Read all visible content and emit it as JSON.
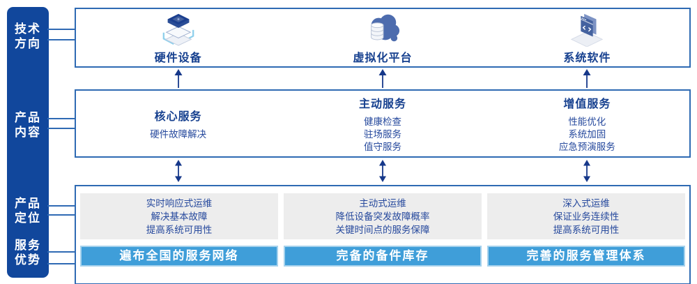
{
  "sidebar": {
    "items": [
      {
        "line1": "技术",
        "line2": "方向"
      },
      {
        "line1": "产品",
        "line2": "内容"
      },
      {
        "line1": "产品",
        "line2": "定位"
      },
      {
        "line1": "服务",
        "line2": "优势"
      }
    ]
  },
  "tech_row": {
    "items": [
      {
        "icon": "hardware-stack-icon",
        "label": "硬件设备"
      },
      {
        "icon": "cloud-database-icon",
        "label": "虚拟化平台"
      },
      {
        "icon": "software-window-icon",
        "label": "系统软件"
      }
    ]
  },
  "services_row": {
    "columns": [
      {
        "title": "核心服务",
        "items": [
          "硬件故障解决"
        ]
      },
      {
        "title": "主动服务",
        "items": [
          "健康检查",
          "驻场服务",
          "值守服务"
        ]
      },
      {
        "title": "增值服务",
        "items": [
          "性能优化",
          "系统加固",
          "应急预演服务"
        ]
      }
    ]
  },
  "positioning_row": {
    "columns": [
      {
        "lines": [
          "实时响应式运维",
          "解决基本故障",
          "提高系统可用性"
        ],
        "banner": "遍布全国的服务网络"
      },
      {
        "lines": [
          "主动式运维",
          "降低设备突发故障概率",
          "关键时间点的服务保障"
        ],
        "banner": "完备的备件库存"
      },
      {
        "lines": [
          "深入式运维",
          "保证业务连续性",
          "提高系统可用性"
        ],
        "banner": "完善的服务管理体系"
      }
    ]
  },
  "colors": {
    "rail_bg": "#11479c",
    "box_border": "#2e6ab3",
    "heading_text": "#16408f",
    "body_text": "#26499d",
    "panel_gray": "#ededed",
    "banner_blue": "#3f9ed9",
    "banner_edge": "#a6d2ed",
    "arrow_navy": "#16388a",
    "icon_cyan": "#8fd0ec",
    "icon_blue": "#4d6cae"
  }
}
